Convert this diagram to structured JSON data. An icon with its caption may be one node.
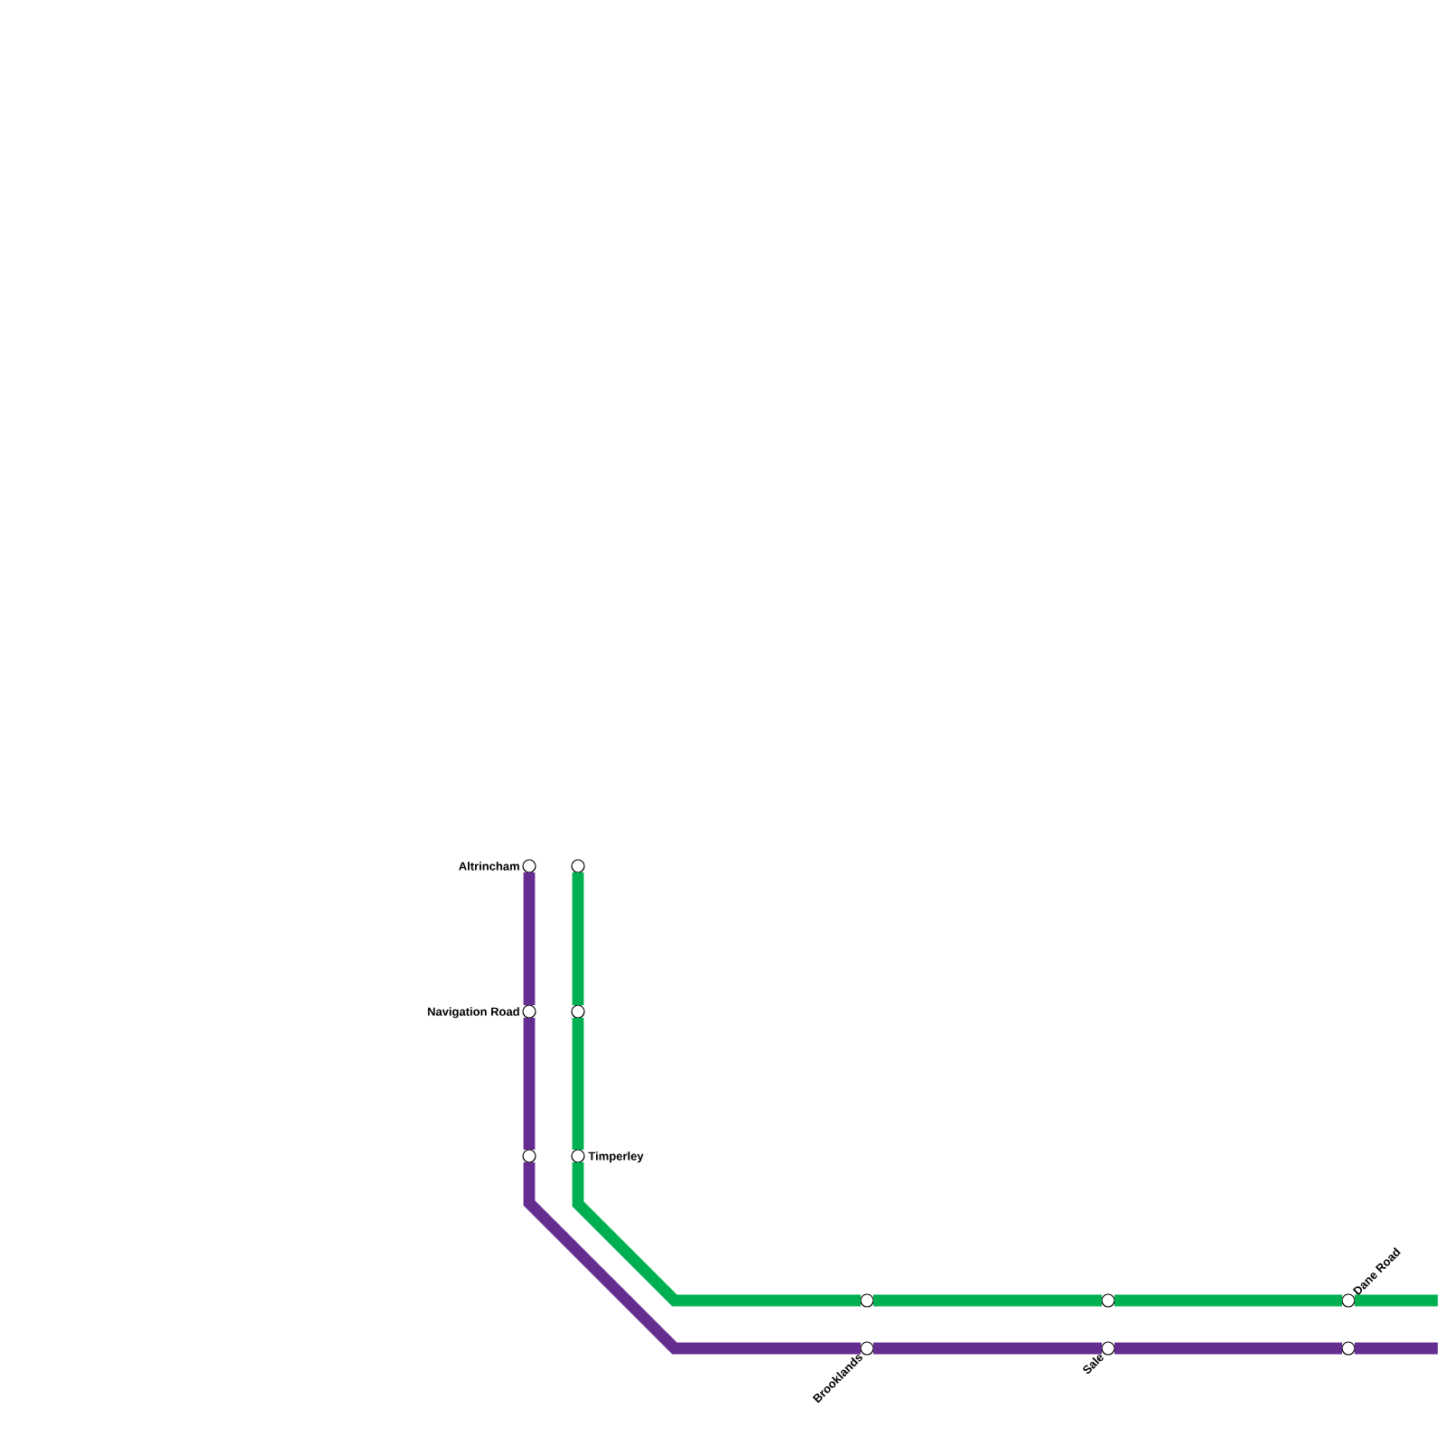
{
  "diagram": {
    "nodes": [
      {
        "text": [],
        "shape": "circle",
        "beside": [
          "Altrincham"
        ]
      },
      {
        "text": [],
        "shape": "circle"
      },
      {
        "text": [],
        "shape": "circle",
        "beside": [
          "Navigation Road"
        ]
      },
      {
        "text": [],
        "shape": "circle"
      },
      {
        "text": [],
        "shape": "circle"
      },
      {
        "text": [],
        "shape": "circle",
        "beside": [
          "Timperley"
        ]
      },
      {
        "text": [],
        "shape": "circle"
      },
      {
        "text": [],
        "shape": "circle"
      },
      {
        "text": [],
        "shape": "circle",
        "beside": [
          "Dane Road"
        ]
      },
      {
        "text": [],
        "shape": "circle",
        "beside": [
          "Brooklands"
        ]
      },
      {
        "text": [],
        "shape": "circle",
        "beside": [
          "Sale"
        ]
      },
      {
        "text": [],
        "shape": "circle"
      }
    ],
    "edges": [
      {
        "from": 0,
        "to": 2,
        "arrow": "none",
        "color": "#662d91"
      },
      {
        "from": 2,
        "to": 4,
        "arrow": "none",
        "color": "#662d91"
      },
      {
        "from": 4,
        "to": 9,
        "arrow": "none",
        "color": "#662d91"
      },
      {
        "from": 9,
        "to": 10,
        "arrow": "none",
        "color": "#662d91"
      },
      {
        "from": 10,
        "to": 11,
        "arrow": "none",
        "color": "#662d91"
      },
      {
        "from": 11,
        "to": null,
        "arrow": "none",
        "color": "#662d91"
      },
      {
        "from": 1,
        "to": 3,
        "arrow": "none",
        "color": "#00b050"
      },
      {
        "from": 3,
        "to": 5,
        "arrow": "none",
        "color": "#00b050"
      },
      {
        "from": 5,
        "to": 6,
        "arrow": "none",
        "color": "#00b050"
      },
      {
        "from": 6,
        "to": 7,
        "arrow": "none",
        "color": "#00b050"
      },
      {
        "from": 7,
        "to": 8,
        "arrow": "none",
        "color": "#00b050"
      },
      {
        "from": 8,
        "to": null,
        "arrow": "none",
        "color": "#00b050"
      }
    ]
  }
}
